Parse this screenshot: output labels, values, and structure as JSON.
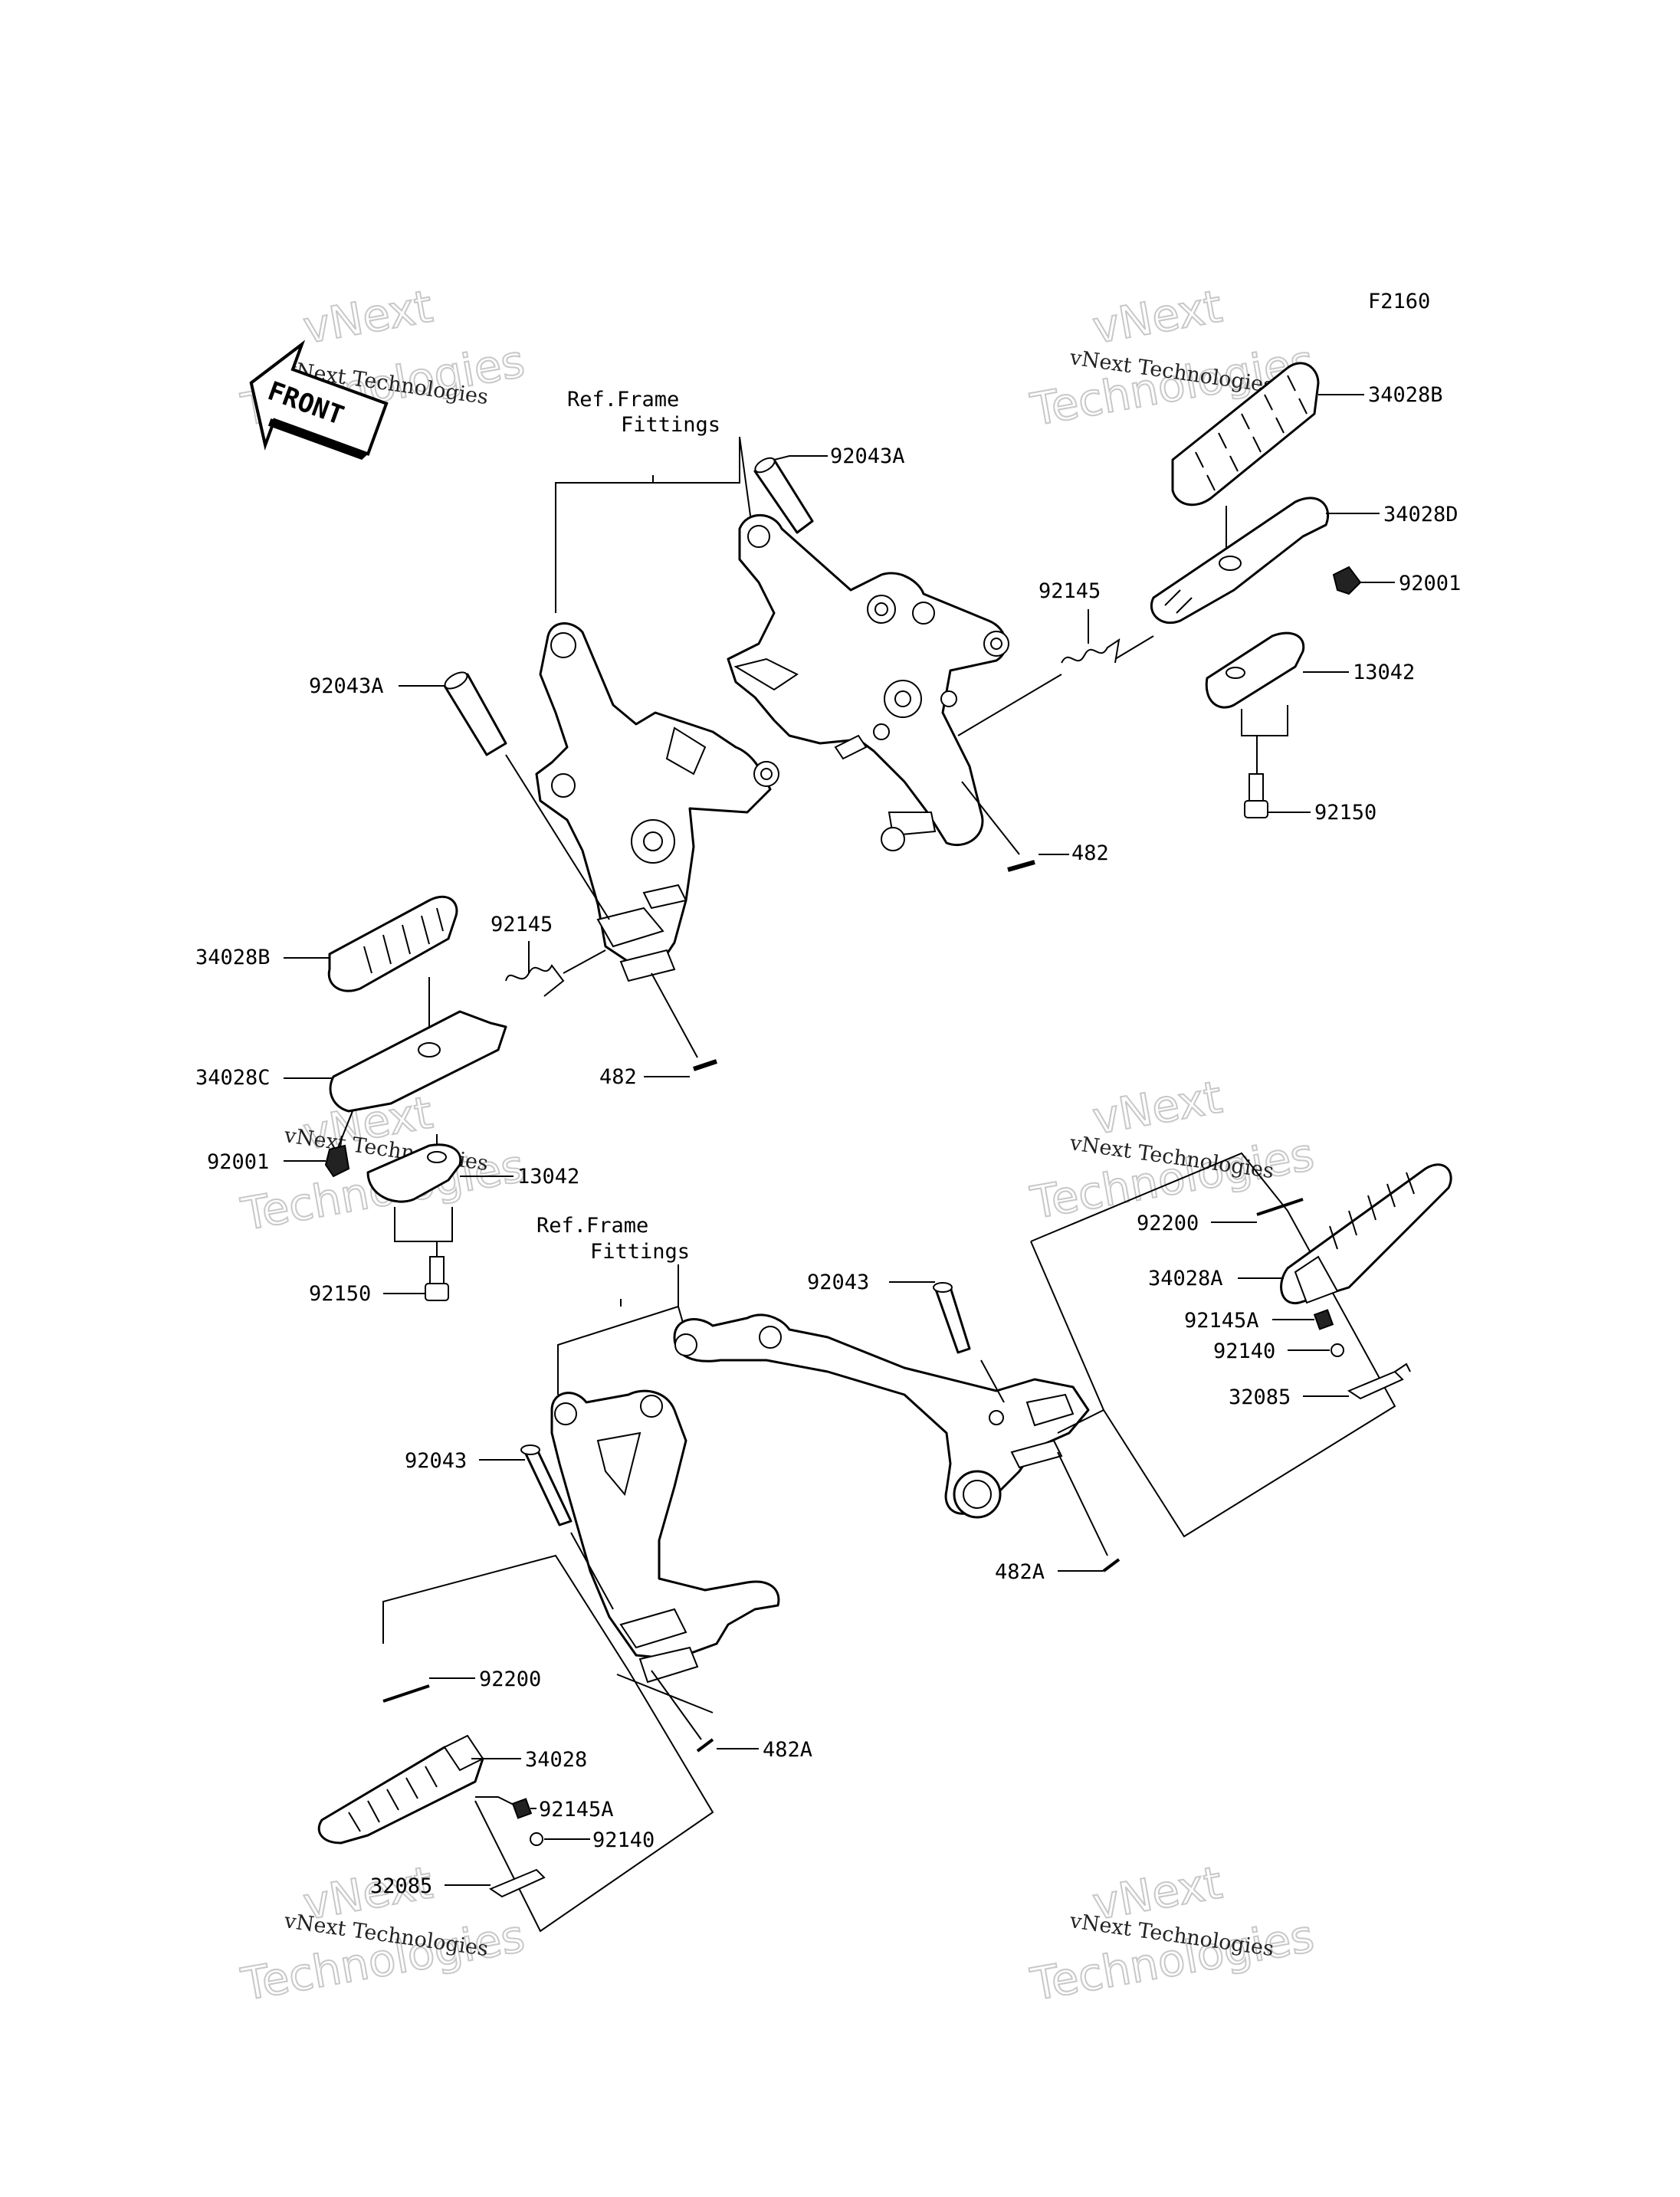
{
  "diagram_code": "F2160",
  "front_label": "FRONT",
  "watermark": {
    "large_line1": "vNext",
    "large_line2": "Technologies",
    "small": "vNext Technologies"
  },
  "ref_frame": {
    "line1": "Ref.Frame",
    "line2": "Fittings"
  },
  "parts": {
    "p34028B": "34028B",
    "p34028D": "34028D",
    "p92001": "92001",
    "p92043A": "92043A",
    "p92145": "92145",
    "p13042": "13042",
    "p92150": "92150",
    "p482": "482",
    "p34028C": "34028C",
    "p92200": "92200",
    "p34028A": "34028A",
    "p92145A": "92145A",
    "p92140": "92140",
    "p32085": "32085",
    "p92043": "92043",
    "p482A": "482A",
    "p34028": "34028"
  }
}
